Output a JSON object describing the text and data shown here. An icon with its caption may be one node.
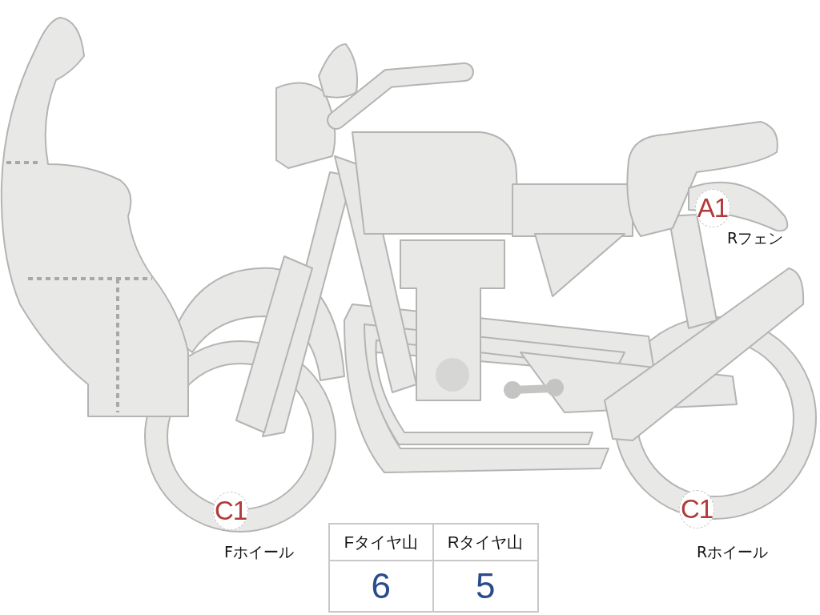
{
  "diagram": {
    "nodes": [
      {
        "text": [
          "A1"
        ],
        "beside": [
          "Rフェン"
        ]
      },
      {
        "text": [
          "C1"
        ],
        "beside": [
          "Fホイール"
        ]
      },
      {
        "text": [
          "C1"
        ],
        "beside": [
          "Rホイール"
        ]
      }
    ],
    "labels": [
      "Fタイヤ山",
      "Rタイヤ山",
      "6",
      "5"
    ]
  }
}
